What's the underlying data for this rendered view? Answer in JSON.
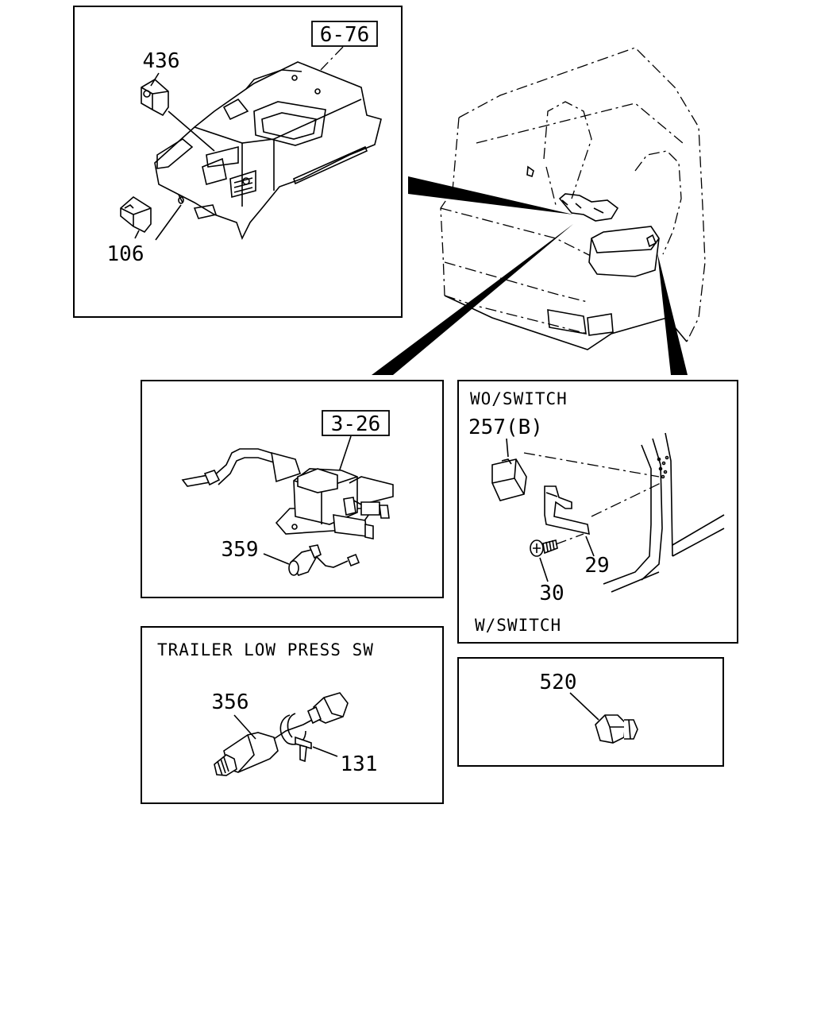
{
  "callouts": {
    "ref_6_76": "6-76",
    "part_436": "436",
    "part_106": "106",
    "ref_3_26": "3-26",
    "part_359": "359",
    "part_257b": "257(B)",
    "part_29": "29",
    "part_30": "30",
    "part_356": "356",
    "part_131": "131",
    "part_520": "520"
  },
  "captions": {
    "wo_switch": "WO/SWITCH",
    "w_switch": "W/SWITCH",
    "trailer_low_press_sw": "TRAILER LOW PRESS SW"
  }
}
